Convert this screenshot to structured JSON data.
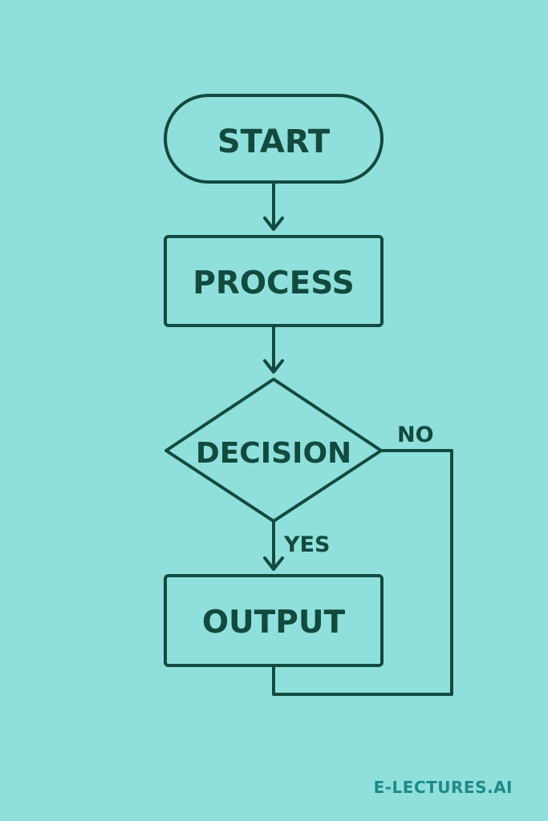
{
  "colors": {
    "background": "#8fe0dc",
    "line": "#134a3e",
    "brand": "#1f8a86"
  },
  "nodes": {
    "start": "START",
    "process": "PROCESS",
    "decision": "DECISION",
    "output": "OUTPUT"
  },
  "branches": {
    "no": "NO",
    "yes": "YES"
  },
  "brand": "E-LECTURES.AI"
}
